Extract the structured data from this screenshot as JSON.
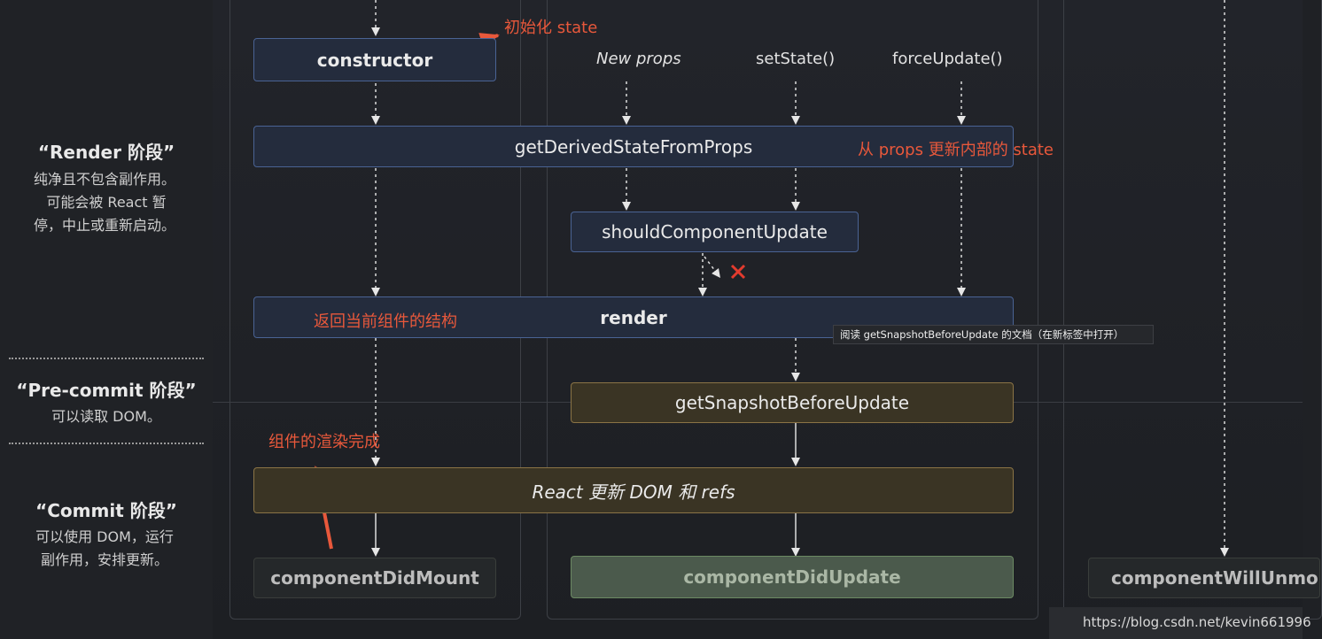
{
  "phases": {
    "render": {
      "title": "“Render 阶段”",
      "desc1": "纯净且不包含副作用。",
      "desc2": "可能会被 React 暂",
      "desc3": "停，中止或重新启动。"
    },
    "precommit": {
      "title": "“Pre-commit 阶段”",
      "desc1": "可以读取 DOM。"
    },
    "commit": {
      "title": "“Commit 阶段”",
      "desc1": "可以使用 DOM，运行",
      "desc2": "副作用，安排更新。"
    }
  },
  "triggers": {
    "new_props": "New props",
    "set_state": "setState()",
    "force_update": "forceUpdate()"
  },
  "methods": {
    "constructor": "constructor",
    "get_derived": "getDerivedStateFromProps",
    "should_update": "shouldComponentUpdate",
    "render": "render",
    "get_snapshot": "getSnapshotBeforeUpdate",
    "react_update": "React 更新 DOM 和 refs",
    "did_mount": "componentDidMount",
    "did_update": "componentDidUpdate",
    "will_unmount": "componentWillUnmo"
  },
  "annotations": {
    "init_state": "初始化 state",
    "from_props": "从 props 更新内部的 state",
    "return_structure": "返回当前组件的结构",
    "render_done": "组件的渲染完成"
  },
  "tooltip": "阅读 getSnapshotBeforeUpdate 的文档（在新标签中打开）",
  "watermark_url": "https://blog.csdn.net/kevin661996",
  "colors": {
    "annotation": "#e8583b",
    "blue_border": "#4a6394",
    "gold_border": "#8b7446",
    "green_fill": "#4b5a4c"
  }
}
